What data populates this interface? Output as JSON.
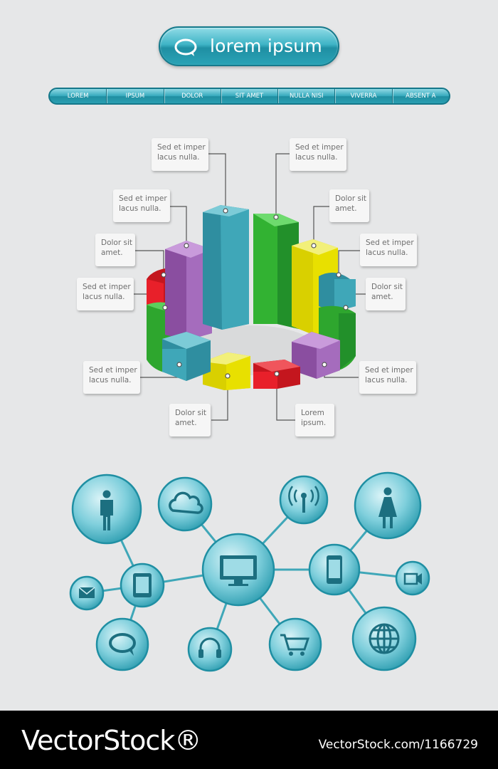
{
  "search": {
    "label": "lorem ipsum"
  },
  "nav": {
    "items": [
      "LOREM",
      "IPSUM",
      "DOLOR",
      "SIT AMET",
      "NULLA NISI",
      "VIVERRA",
      "ABSENT A"
    ]
  },
  "chart_labels": [
    {
      "l1": "Sed et imper",
      "l2": "lacus nulla."
    },
    {
      "l1": "Sed et imper",
      "l2": "lacus nulla."
    },
    {
      "l1": "Sed et imper",
      "l2": "lacus nulla."
    },
    {
      "l1": "Dolor sit",
      "l2": "amet."
    },
    {
      "l1": "Dolor sit",
      "l2": "amet."
    },
    {
      "l1": "Sed et imper",
      "l2": "lacus nulla."
    },
    {
      "l1": "Sed et imper",
      "l2": "lacus nulla."
    },
    {
      "l1": "Dolor sit",
      "l2": "amet."
    },
    {
      "l1": "Sed et imper",
      "l2": "lacus nulla."
    },
    {
      "l1": "Sed et imper",
      "l2": "lacus nulla."
    },
    {
      "l1": "Dolor sit",
      "l2": "amet."
    },
    {
      "l1": "Lorem",
      "l2": "ipsum."
    }
  ],
  "colors": {
    "teal": "#3fa7b8",
    "green": "#3db83d",
    "yellow": "#e8e000",
    "purple": "#9a5bb0",
    "red": "#e8202a",
    "accent": "#1f8fa3"
  },
  "network_icons": [
    "person-male-icon",
    "cloud-icon",
    "wifi-tower-icon",
    "person-female-icon",
    "email-icon",
    "tablet-icon",
    "monitor-icon",
    "smartphone-icon",
    "video-camera-icon",
    "chat-bubble-icon",
    "headphones-icon",
    "shopping-cart-icon",
    "globe-icon"
  ],
  "footer": {
    "brand": "VectorStock®",
    "url": "VectorStock.com/1166729"
  }
}
